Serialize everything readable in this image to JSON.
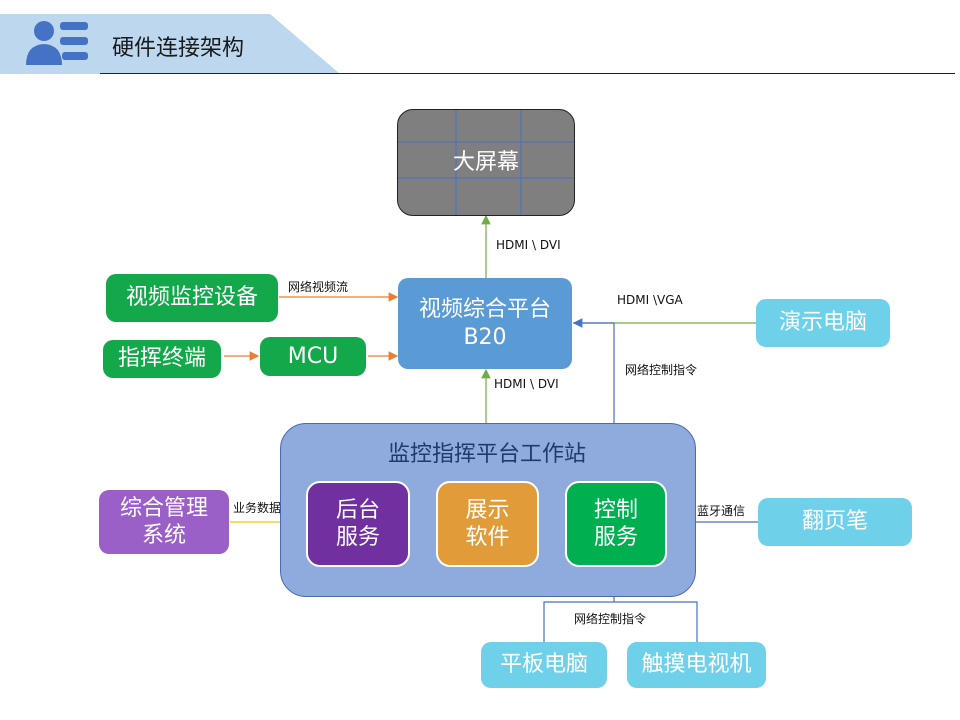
{
  "header": {
    "title": "硬件连接架构",
    "icon": "user-list-icon"
  },
  "nodes": {
    "big_screen": "大屏幕",
    "video_platform": [
      "视频综合平台",
      "B20"
    ],
    "video_monitor_device": "视频监控设备",
    "command_terminal": "指挥终端",
    "mcu": "MCU",
    "demo_pc": "演示电脑",
    "workstation_title": "监控指挥平台工作站",
    "backend_service": [
      "后台",
      "服务"
    ],
    "display_software": [
      "展示",
      "软件"
    ],
    "control_service": [
      "控制",
      "服务"
    ],
    "integrated_mgmt": [
      "综合管理",
      "系统"
    ],
    "page_turner": "翻页笔",
    "tablet": "平板电脑",
    "touch_tv": "触摸电视机"
  },
  "edges": {
    "hdmi_dvi_top": "HDMI \\ DVI",
    "network_video_stream": "网络视频流",
    "hdmi_vga": "HDMI \\VGA",
    "network_control_cmd_upper": "网络控制指令",
    "hdmi_dvi_bottom": "HDMI \\ DVI",
    "business_data": "业务数据",
    "bluetooth": "蓝牙通信",
    "network_control_cmd_lower": "网络控制指令"
  },
  "colors": {
    "header_band": "#bdd7ee",
    "icon": "#4472c4",
    "green": "#13a84a",
    "cyan": "#6fd0ea",
    "platform_blue": "#5b9bd5",
    "workstation": "#8faadc",
    "backend_purple": "#7030a0",
    "display_orange": "#e19b38",
    "control_green": "#00b050",
    "mgmt_purple": "#9b5fc8",
    "screen_gray": "#7f7f7f",
    "arrow_orange": "#ed7d31",
    "arrow_green": "#70ad47",
    "arrow_blue": "#4472c4",
    "arrow_yellow": "#ffc000"
  }
}
